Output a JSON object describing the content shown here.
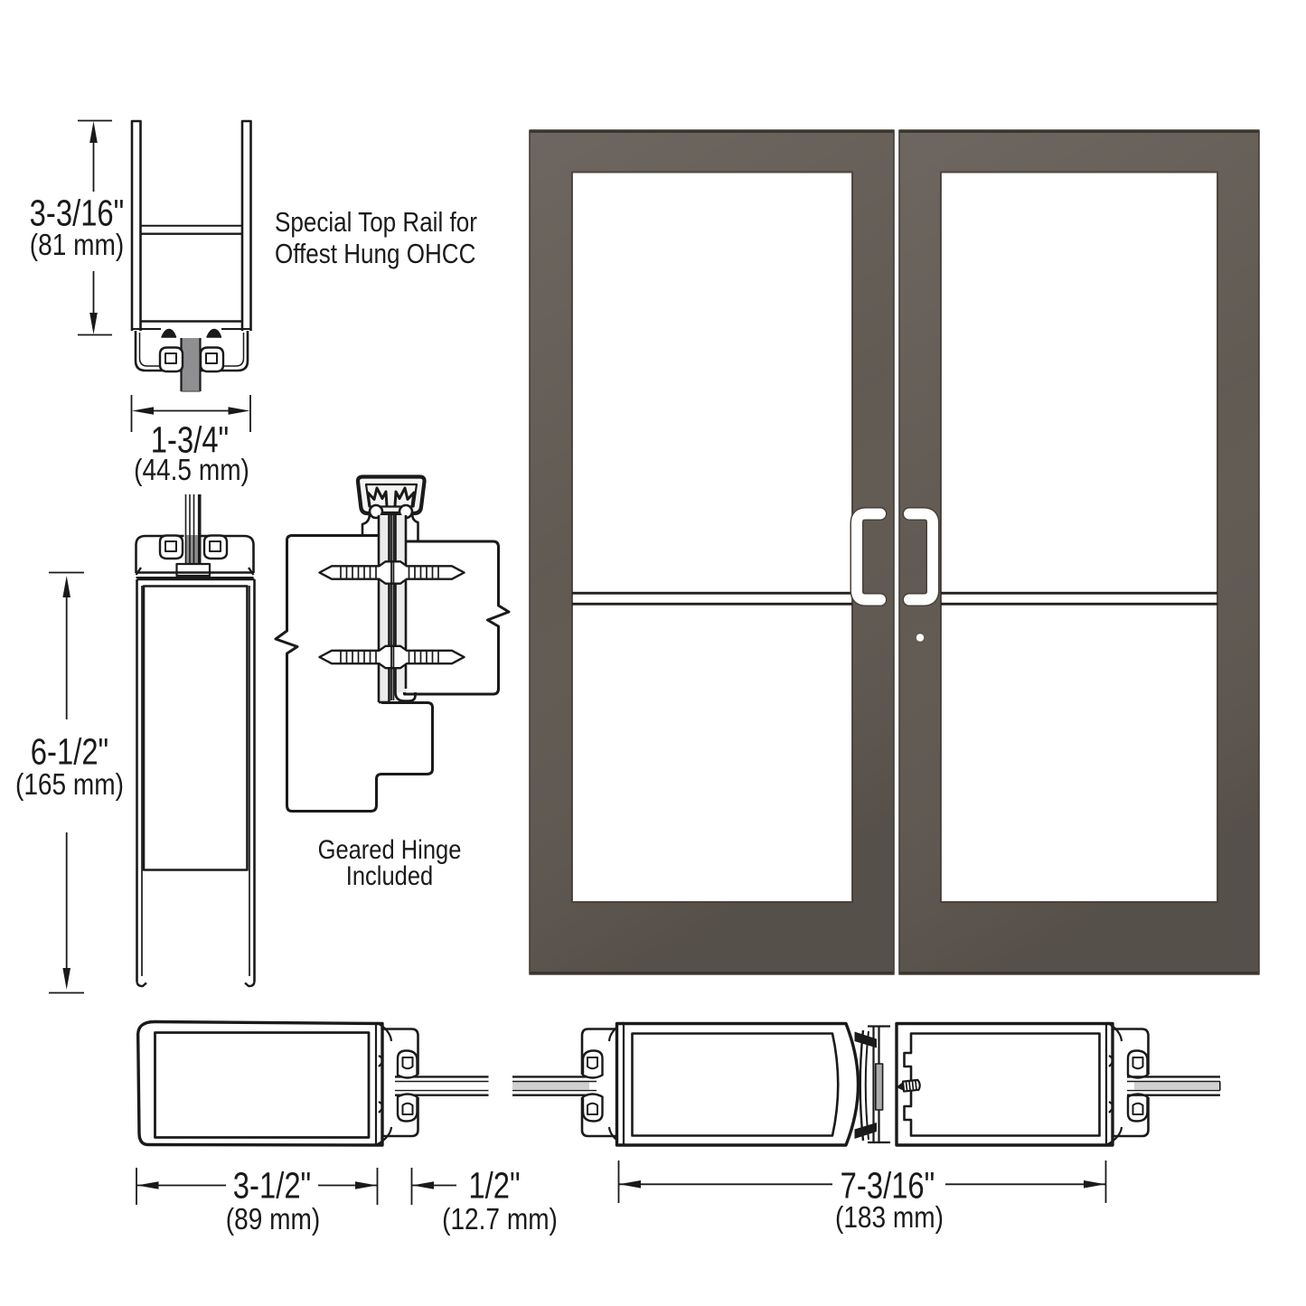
{
  "colors": {
    "page_bg": "#ffffff",
    "ink": "#1a1a1a",
    "door_frame": "#5f5851",
    "door_edge": "#36312b",
    "glass_white": "#ffffff",
    "section_glass_gray": "#8f8f91",
    "glazing_core_gray": "#d0d0d0",
    "slot_gray": "#ababab",
    "handle_white": "#ffffff"
  },
  "figures": {
    "top_rail_section": {
      "note_line1": "Special Top Rail for",
      "note_line2": "Offest Hung OHCC",
      "height_dim_imperial": "3-3/16\"",
      "height_dim_metric": "(81 mm)",
      "width_dim_imperial": "1-3/4\"",
      "width_dim_metric": "(44.5 mm)"
    },
    "bottom_rail_section": {
      "height_dim_imperial": "6-1/2\"",
      "height_dim_metric": "(165 mm)"
    },
    "geared_hinge": {
      "label_line1": "Geared Hinge",
      "label_line2": "Included"
    },
    "hinge_stile_section": {
      "width_dim_imperial": "3-1/2\"",
      "width_dim_metric": "(89 mm)",
      "gap_dim_imperial": "1/2\"",
      "gap_dim_metric": "(12.7 mm)"
    },
    "meeting_stile_section": {
      "width_dim_imperial": "7-3/16\"",
      "width_dim_metric": "(183 mm)"
    }
  }
}
